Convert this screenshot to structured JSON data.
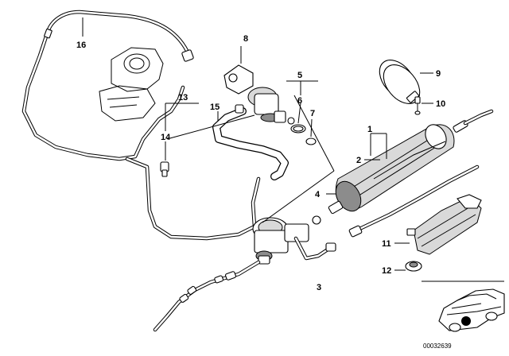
{
  "callouts": {
    "c1": "1",
    "c2": "2",
    "c3": "3",
    "c4": "4",
    "c5": "5",
    "c6": "6",
    "c7": "7",
    "c8": "8",
    "c9": "9",
    "c10": "10",
    "c11": "11",
    "c12": "12",
    "c13": "13",
    "c14": "14",
    "c15": "15",
    "c16": "16"
  },
  "reference_number": "00032639"
}
